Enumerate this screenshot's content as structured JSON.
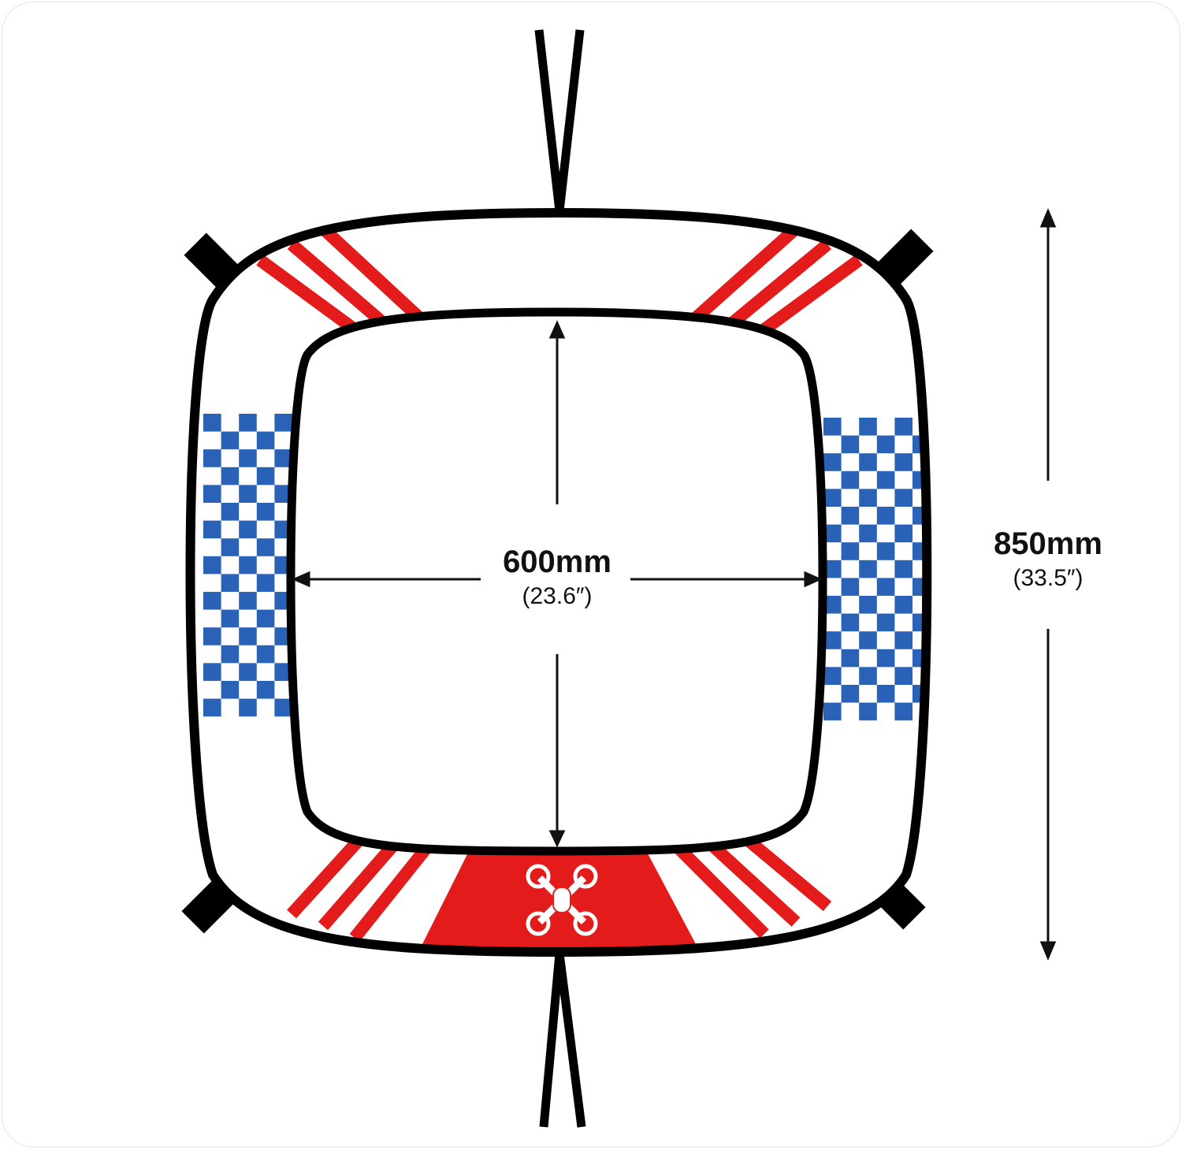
{
  "dimensions": {
    "inner": {
      "metric": "600mm",
      "imperial": "(23.6″)"
    },
    "outer": {
      "metric": "850mm",
      "imperial": "(33.5″)"
    }
  },
  "colors": {
    "red": "#e31b1b",
    "blue": "#2a62b8",
    "black": "#000000"
  },
  "logo_icon": "drone-icon"
}
